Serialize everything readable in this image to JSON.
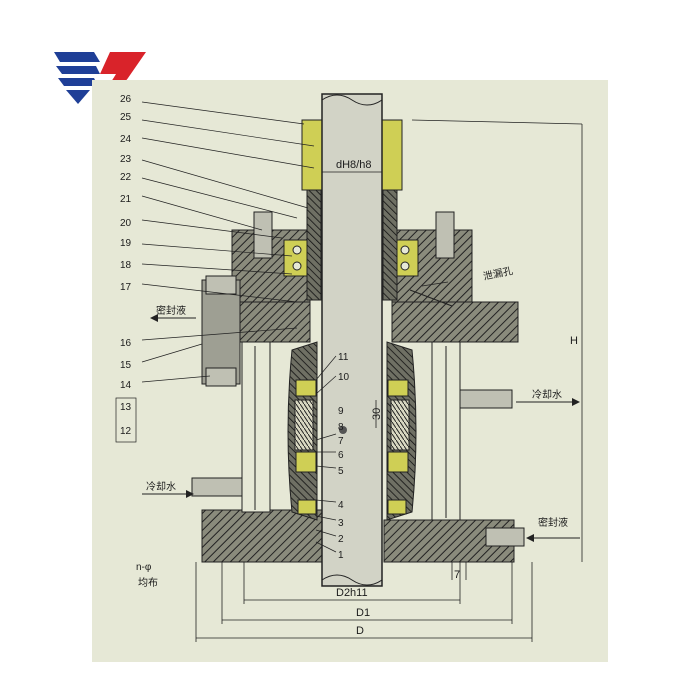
{
  "brand": {
    "logo_icon": "ys-logo-icon",
    "colors": {
      "blue": "#1f3f97",
      "red": "#d9232a"
    }
  },
  "drawing": {
    "part_numbers": [
      "26",
      "25",
      "24",
      "23",
      "22",
      "21",
      "20",
      "19",
      "18",
      "17",
      "16",
      "15",
      "14",
      "13",
      "12",
      "11",
      "10",
      "9",
      "8",
      "7",
      "6",
      "5",
      "4",
      "3",
      "2",
      "1"
    ],
    "labels": {
      "seal_liquid_left": "密封液",
      "seal_liquid_right": "密封液",
      "cooling_water_left": "冷却水",
      "cooling_water_right": "冷却水",
      "leak_hole": "泄漏孔",
      "holes": "n-φ",
      "uniform": "均布"
    },
    "dimensions": {
      "shaft_fit": "dH8/h8",
      "d2": "D2h11",
      "d1": "D1",
      "d": "D",
      "h": "H",
      "spacing_30": "30",
      "gap_7": "7"
    },
    "colors": {
      "paper": "#e6e8d6",
      "hatch": "#2a2a2a",
      "shaft": "#d2d3c6",
      "part_yellow": "#cfcf55"
    }
  }
}
